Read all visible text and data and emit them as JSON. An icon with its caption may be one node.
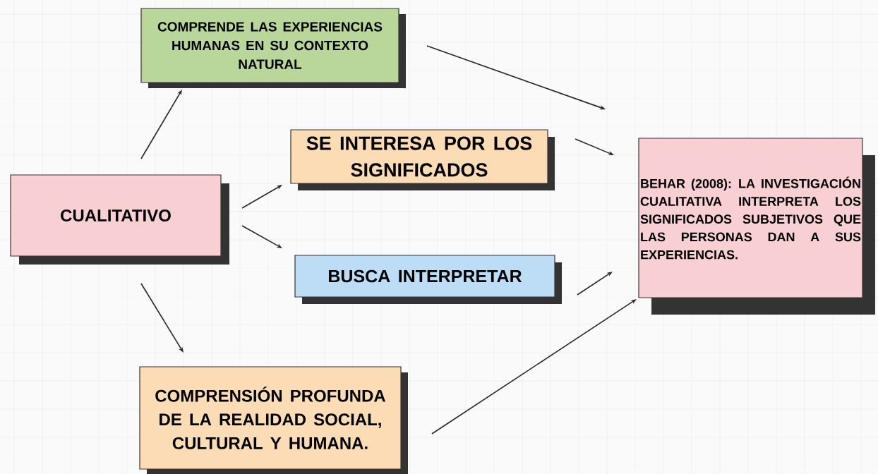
{
  "diagram": {
    "nodes": [
      {
        "text": [
          "CUALITATIVO"
        ]
      },
      {
        "text": [
          "COMPRENDE LAS EXPERIENCIAS HUMANAS EN SU CONTEXTO NATURAL"
        ]
      },
      {
        "text": [
          "SE INTERESA POR LOS SIGNIFICADOS"
        ]
      },
      {
        "text": [
          "BUSCA INTERPRETAR"
        ]
      },
      {
        "text": [
          "COMPRENSIÓN PROFUNDA DE LA REALIDAD SOCIAL, CULTURAL Y HUMANA."
        ]
      },
      {
        "text": [
          "BEHAR (2008): LA INVESTIGACIÓN CUALITATIVA INTERPRETA LOS SIGNIFICADOS SUBJETIVOS QUE LAS PERSONAS DAN A SUS EXPERIENCIAS."
        ]
      }
    ],
    "edges": [
      {
        "from": 0,
        "to": 1,
        "arrow": "to"
      },
      {
        "from": 0,
        "to": 2,
        "arrow": "to"
      },
      {
        "from": 0,
        "to": 3,
        "arrow": "to"
      },
      {
        "from": 0,
        "to": 4,
        "arrow": "to"
      },
      {
        "from": 1,
        "to": 5,
        "arrow": "to"
      },
      {
        "from": 2,
        "to": 5,
        "arrow": "to"
      },
      {
        "from": 3,
        "to": 5,
        "arrow": "to"
      },
      {
        "from": 4,
        "to": 5,
        "arrow": "to"
      }
    ]
  }
}
